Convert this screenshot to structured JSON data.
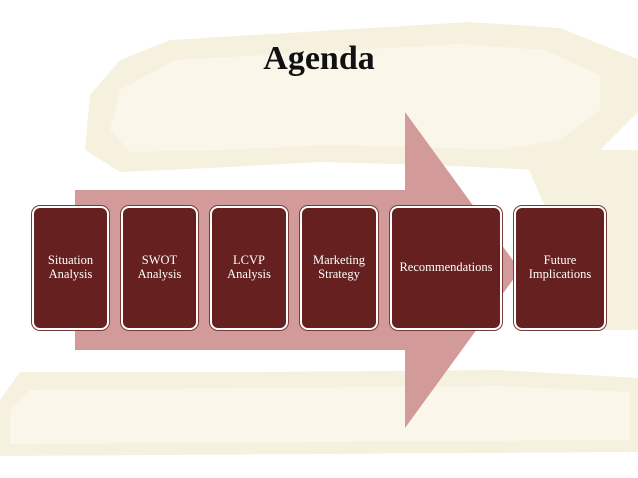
{
  "slide": {
    "title": "Agenda"
  },
  "colors": {
    "step_fill": "#65201f",
    "arrow_fill": "#d29a99",
    "watermark_gold": "#efe6c4",
    "watermark_maroon": "#eadada"
  },
  "steps": [
    {
      "label": "Situation\nAnalysis"
    },
    {
      "label": "SWOT\nAnalysis"
    },
    {
      "label": "LCVP\nAnalysis"
    },
    {
      "label": "Marketing\nStrategy"
    },
    {
      "label": "Recommendations"
    },
    {
      "label": "Future\nImplications"
    }
  ]
}
